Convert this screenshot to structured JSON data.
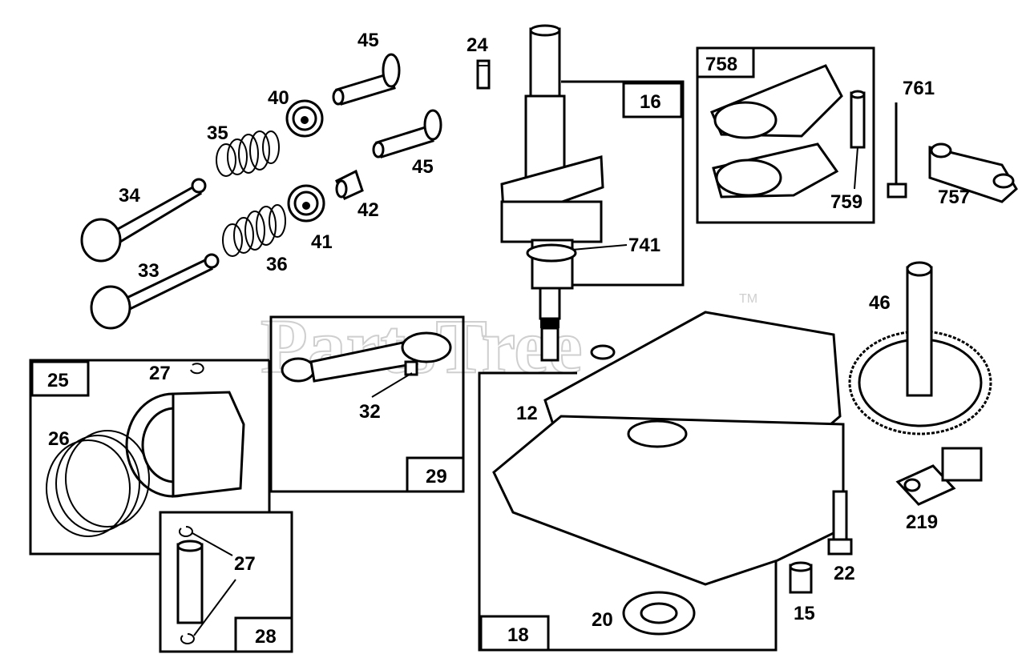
{
  "watermark": {
    "text": "PartsTree",
    "trademark": "TM"
  },
  "callouts": {
    "c45a": "45",
    "c45b": "45",
    "c24": "24",
    "c40": "40",
    "c35": "35",
    "c34": "34",
    "c42": "42",
    "c41": "41",
    "c33": "33",
    "c36": "36",
    "c741": "741",
    "c761": "761",
    "c759": "759",
    "c757": "757",
    "c46": "46",
    "c27a": "27",
    "c26": "26",
    "c32": "32",
    "c12": "12",
    "c219": "219",
    "c22": "22",
    "c15": "15",
    "c20": "20",
    "c27b": "27"
  },
  "boxes": {
    "b16": "16",
    "b758": "758",
    "b25": "25",
    "b29": "29",
    "b28": "28",
    "b18": "18"
  }
}
